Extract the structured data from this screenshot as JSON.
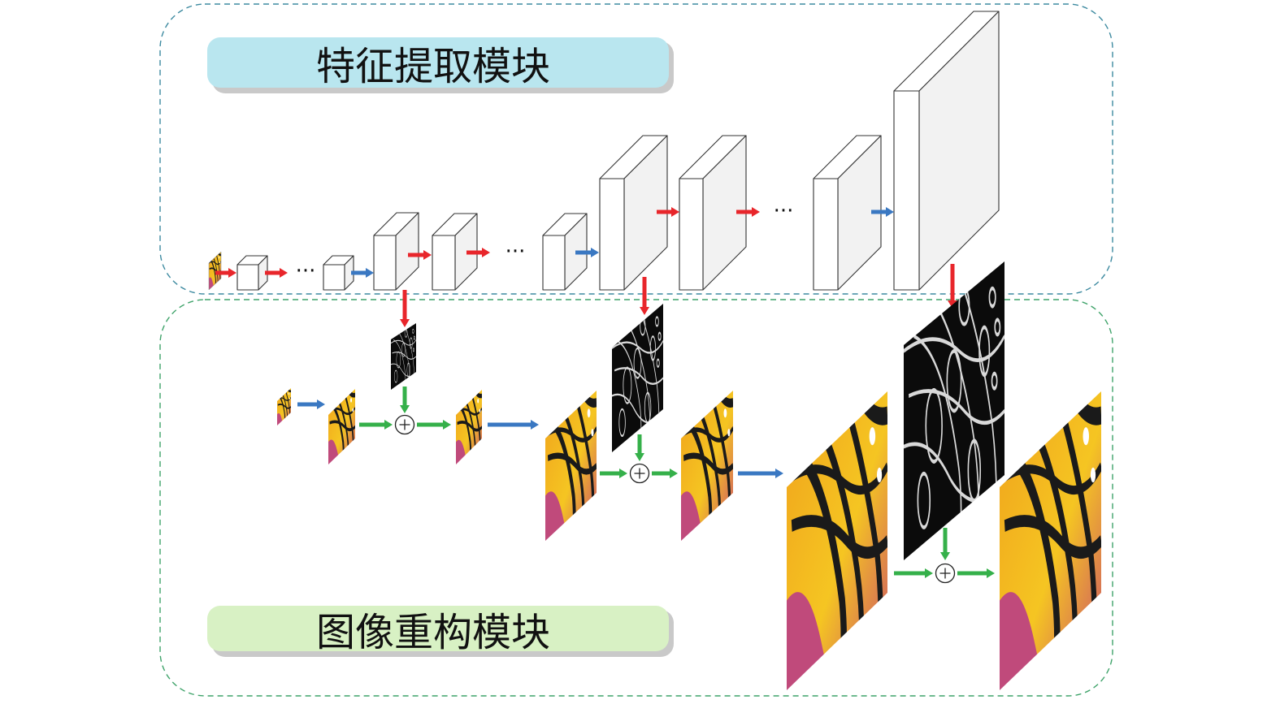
{
  "feature_module": {
    "title": "特征提取模块",
    "bg": "#b9e6ef",
    "border_color": "#3d8aa0"
  },
  "reconstruction_module": {
    "title": "图像重构模块",
    "bg": "#d8f1c4",
    "border_color": "#3fa36a"
  },
  "ellipsis": "···",
  "colors": {
    "conv_arrow": "#e8262b",
    "upsample_arrow": "#3a78c2",
    "add_arrow": "#35b04a",
    "block_front": "#ffffff",
    "block_side": "#f2f2f2",
    "block_stroke": "#333333"
  },
  "icons": {
    "plus_node": "circle-plus-icon",
    "edge_map": "edge-detail-image",
    "butterfly": "butterfly-image"
  }
}
